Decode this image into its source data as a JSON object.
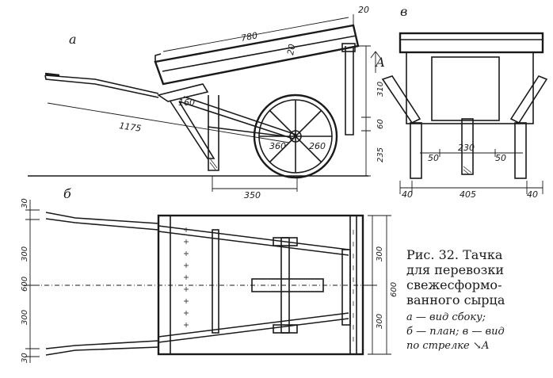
{
  "caption": {
    "title_lines": [
      "Рис. 32. Тачка",
      "для перевозки",
      "свежесформо-",
      "ванного сырца"
    ],
    "legend_lines": [
      "а — вид сбоку;",
      "б — план; в — вид",
      "по стрелке ↘А"
    ]
  },
  "views": {
    "side": "а",
    "plan": "б",
    "front": "в"
  },
  "arrow_label": "А",
  "dimensions": {
    "d780": "780",
    "d20a": "20",
    "d20b": "20",
    "d160": "160",
    "d1175": "1175",
    "d360": "360",
    "d260": "260",
    "d350": "350",
    "d310": "310",
    "d60": "60",
    "d235": "235",
    "d230": "230",
    "d50a": "50",
    "d50b": "50",
    "d40a": "40",
    "d405": "405",
    "d40b": "40",
    "d30a": "30",
    "d300a": "300",
    "d600a": "600",
    "d300b": "300",
    "d30b": "30",
    "d300c": "300",
    "d600b": "600",
    "d300d": "300"
  }
}
